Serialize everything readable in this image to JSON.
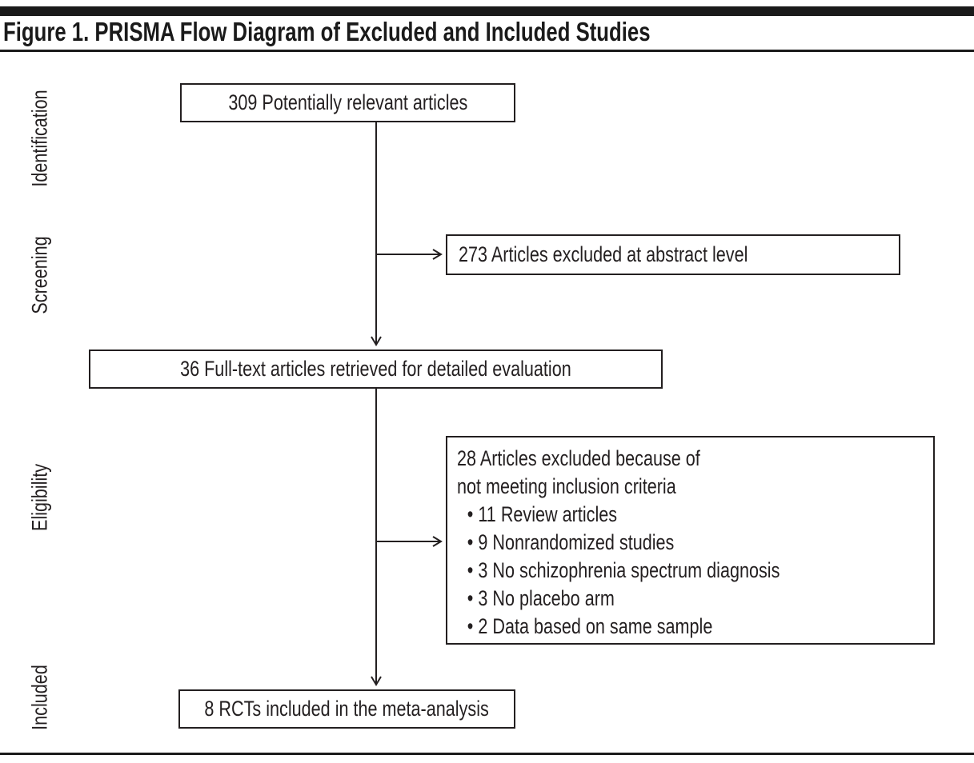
{
  "title": "Figure 1. PRISMA Flow Diagram of Excluded and Included Studies",
  "sidebar_stages": [
    {
      "label": "Identification"
    },
    {
      "label": "Screening"
    },
    {
      "label": "Eligibility"
    },
    {
      "label": "Included"
    }
  ],
  "flow": {
    "identified_box": "309 Potentially relevant articles",
    "abstract_excluded_box": "273 Articles excluded at abstract level",
    "fulltext_box": "36 Full-text articles retrieved for detailed evaluation",
    "excluded_box": {
      "heading_line1": "28 Articles excluded because of",
      "heading_line2": "not meeting inclusion criteria",
      "bullets": [
        "11 Review articles",
        "9 Nonrandomized studies",
        "3 No schizophrenia spectrum diagnosis",
        "3 No placebo arm",
        "2 Data based on same sample"
      ]
    },
    "included_box": "8 RCTs included in the meta-analysis"
  },
  "colors": {
    "ink": "#231f20",
    "rule": "#1a1a1a",
    "background": "#ffffff"
  }
}
